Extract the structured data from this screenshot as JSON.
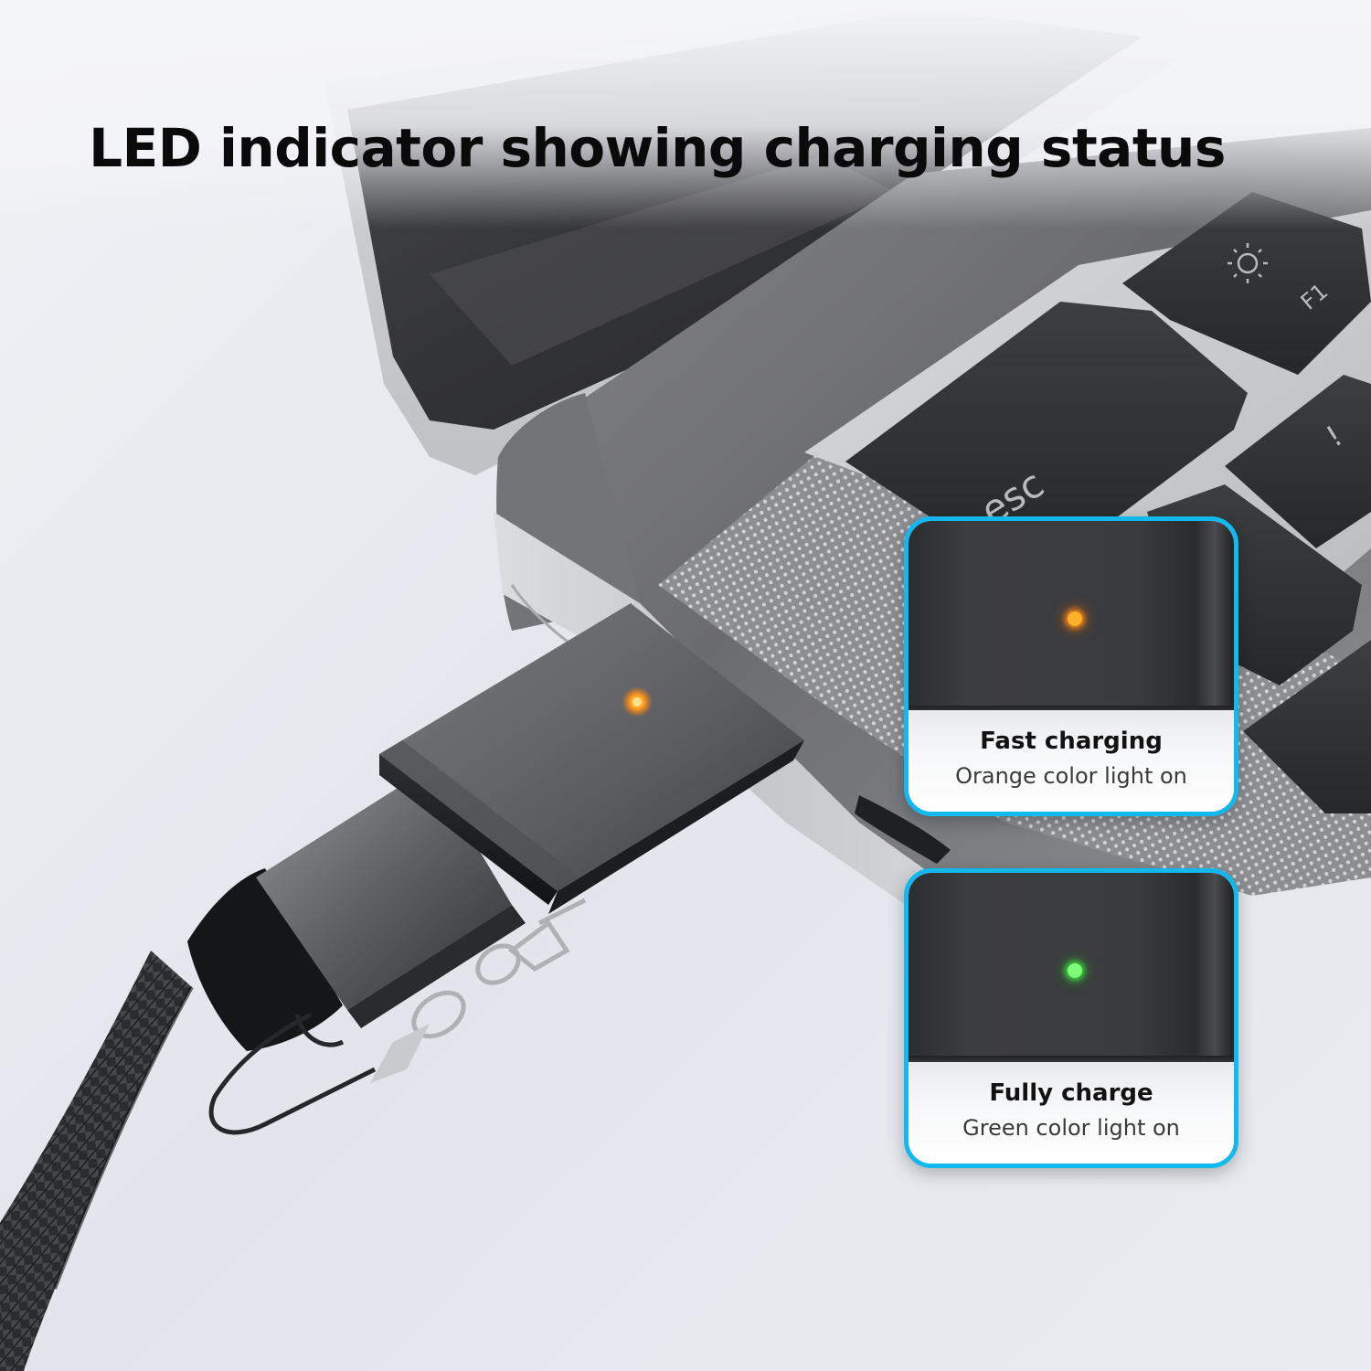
{
  "headline": "LED indicator showing charging status",
  "keys": {
    "f1": "F1",
    "esc": "esc",
    "exclaim": "!"
  },
  "indicators": [
    {
      "title": "Fast charging",
      "subtitle": "Orange color light on",
      "led_color": "#ff9a1f"
    },
    {
      "title": "Fully charge",
      "subtitle": "Green color light on",
      "led_color": "#4ee04a"
    }
  ],
  "colors": {
    "accent_border": "#13b8ef",
    "headline_text": "#0a0a0a",
    "background": "#e6e8ee"
  }
}
